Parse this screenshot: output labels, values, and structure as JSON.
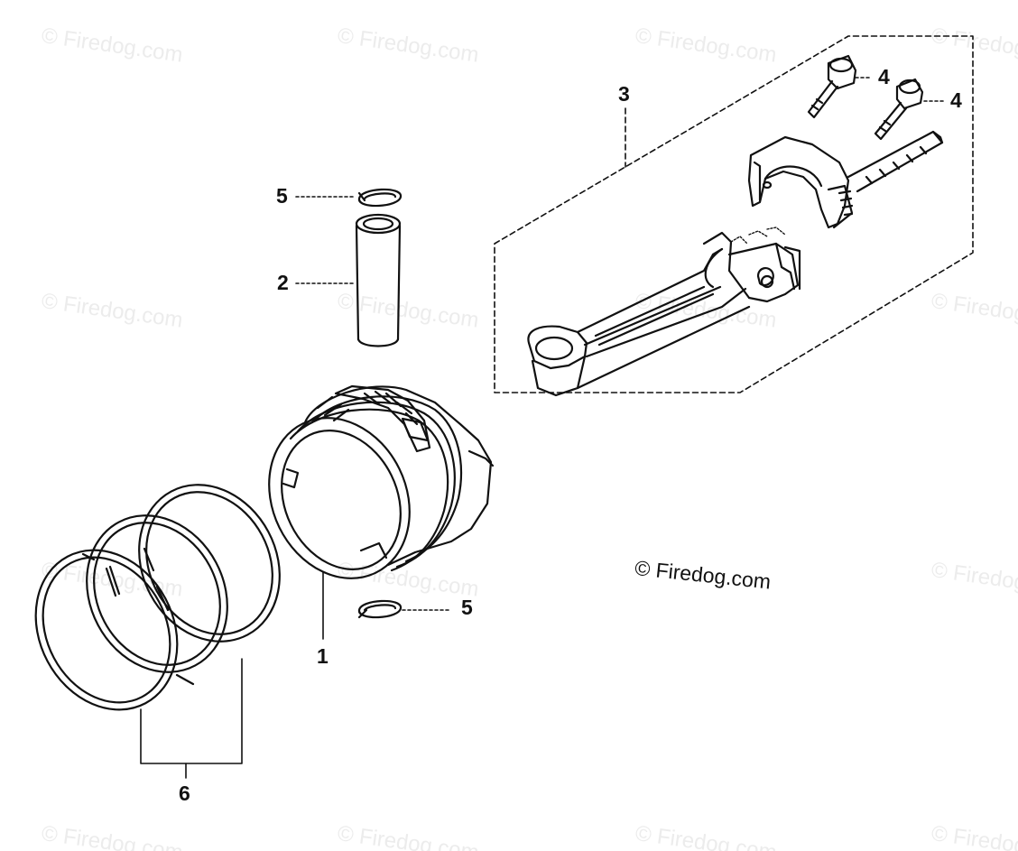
{
  "watermark": "© Firedog.com",
  "watermark_main": "© Firedog.com",
  "callouts": {
    "piston": "1",
    "piston_pin": "2",
    "connecting_rod_set": "3",
    "bolt_a": "4",
    "bolt_b": "4",
    "clip_top": "5",
    "clip_bottom": "5",
    "piston_ring_set": "6"
  },
  "colors": {
    "line": "#111111",
    "watermark_faint": "#ececec"
  }
}
